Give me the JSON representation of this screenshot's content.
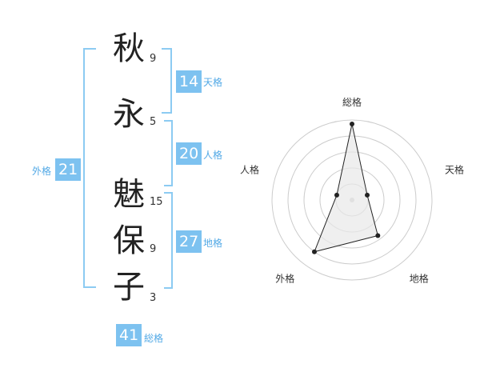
{
  "name_chars": [
    {
      "char": "秋",
      "strokes": "9"
    },
    {
      "char": "永",
      "strokes": "5"
    },
    {
      "char": "魅",
      "strokes": "15"
    },
    {
      "char": "保",
      "strokes": "9"
    },
    {
      "char": "子",
      "strokes": "3"
    }
  ],
  "kakusu": {
    "tenkaku": {
      "value": "14",
      "label": "天格"
    },
    "jinkaku": {
      "value": "20",
      "label": "人格"
    },
    "chikaku": {
      "value": "27",
      "label": "地格"
    },
    "gaikaku": {
      "value": "21",
      "label": "外格"
    },
    "soukaku": {
      "value": "41",
      "label": "総格"
    }
  },
  "radar": {
    "axes": [
      "総格",
      "天格",
      "地格",
      "外格",
      "人格"
    ],
    "levels_fraction": [
      0.95,
      0.2,
      0.55,
      0.8,
      0.2
    ],
    "line_color": "#222222",
    "fill_color": "#e8e8e8",
    "grid_color": "#cccccc"
  },
  "colors": {
    "accent": "#7dc2f0",
    "bracket": "#8ccbf2",
    "label": "#52a9e6"
  }
}
